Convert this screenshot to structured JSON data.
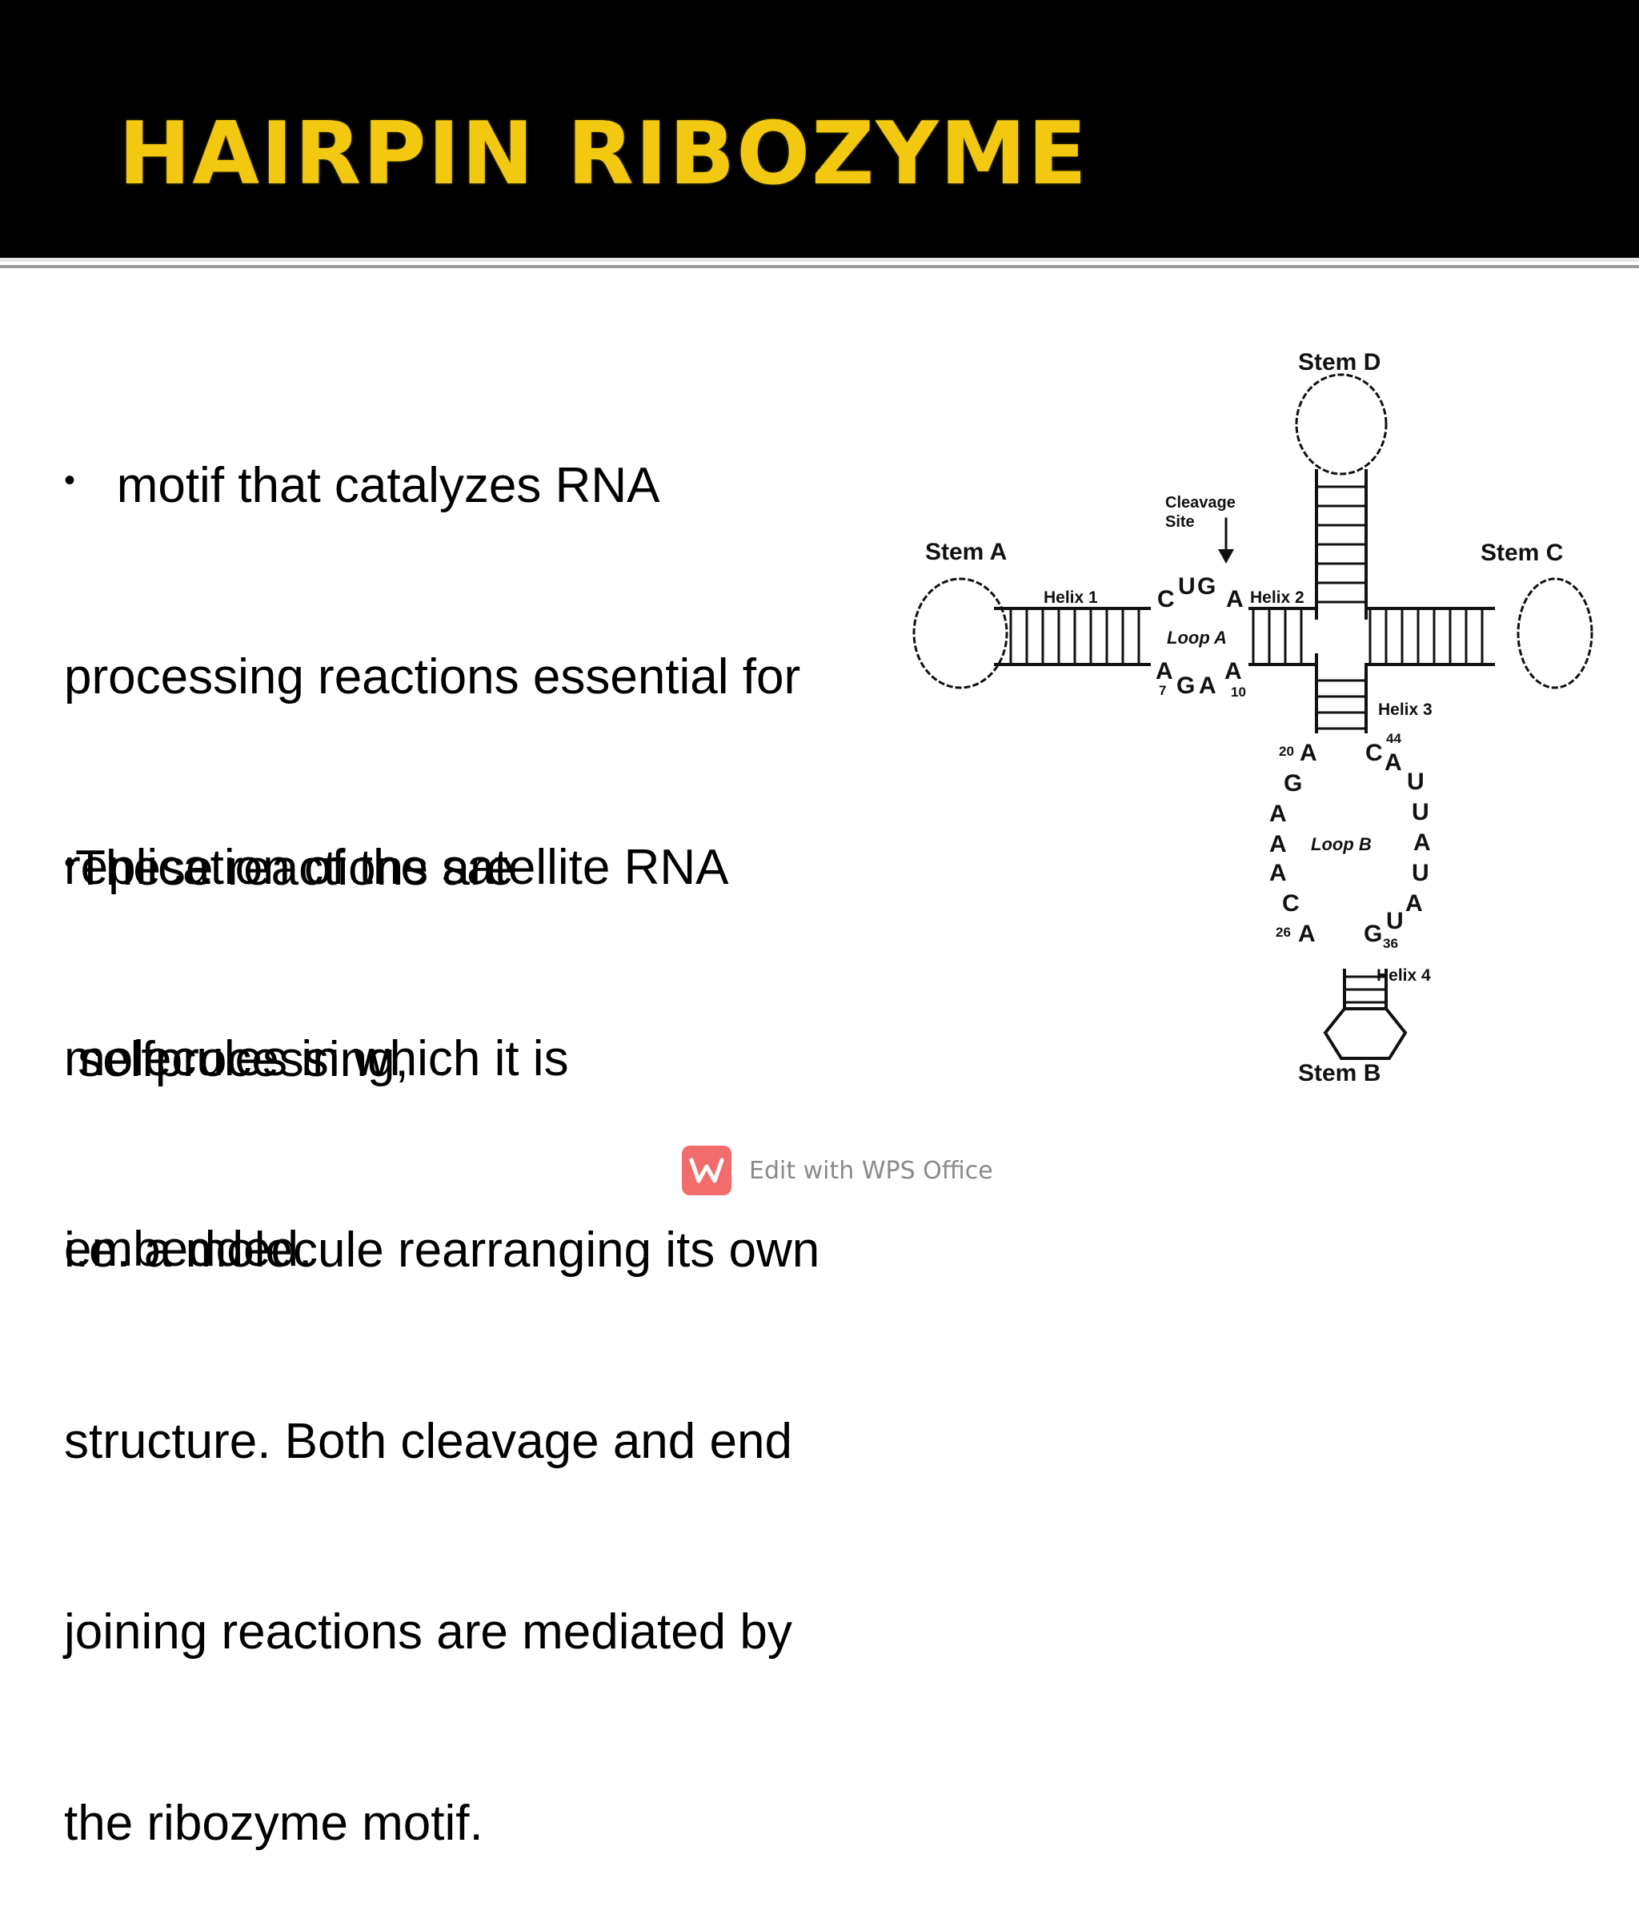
{
  "slide": {
    "title": "HAIRPIN RIBOZYME",
    "bullets": [
      {
        "marker": "•",
        "lines": [
          "   motif that catalyzes RNA",
          "processing reactions essential for",
          "replication of the satellite RNA",
          "molecules in which it is",
          "embedded."
        ]
      },
      {
        "marker": "•",
        "lines": [
          "These reactions are",
          " selfprocessing,",
          "i.e. a molecule rearranging its own",
          "structure. Both cleavage and end",
          "joining reactions are mediated by",
          "the ribozyme motif."
        ]
      }
    ]
  },
  "diagram": {
    "stems": {
      "a": "Stem A",
      "b": "Stem B",
      "c": "Stem C",
      "d": "Stem D"
    },
    "helices": {
      "h1": "Helix 1",
      "h2": "Helix 2",
      "h3": "Helix 3",
      "h4": "Helix 4"
    },
    "loops": {
      "a": "Loop A",
      "b": "Loop B"
    },
    "cleavage": [
      "Cleavage",
      "Site"
    ],
    "loop_a_top": [
      "C",
      "U",
      "G",
      "A"
    ],
    "loop_a_bottom": [
      "A",
      "G",
      "A",
      "A"
    ],
    "loop_a_numbers": [
      "7",
      "10"
    ],
    "loop_b_left": [
      "A",
      "G",
      "A",
      "A",
      "A",
      "C",
      "A"
    ],
    "loop_b_left_numbers": [
      "20",
      "26"
    ],
    "loop_b_right": [
      "C",
      "A",
      "U",
      "U",
      "A",
      "U",
      "A",
      "U",
      "G"
    ],
    "loop_b_right_numbers": [
      "44",
      "36"
    ]
  },
  "footer": {
    "wps_label": "Edit with WPS Office",
    "wps_icon": "wps-logo-icon"
  },
  "colors": {
    "header_bg": "#000000",
    "title": "#f2c811",
    "wps_logo": "#f36c6c"
  }
}
